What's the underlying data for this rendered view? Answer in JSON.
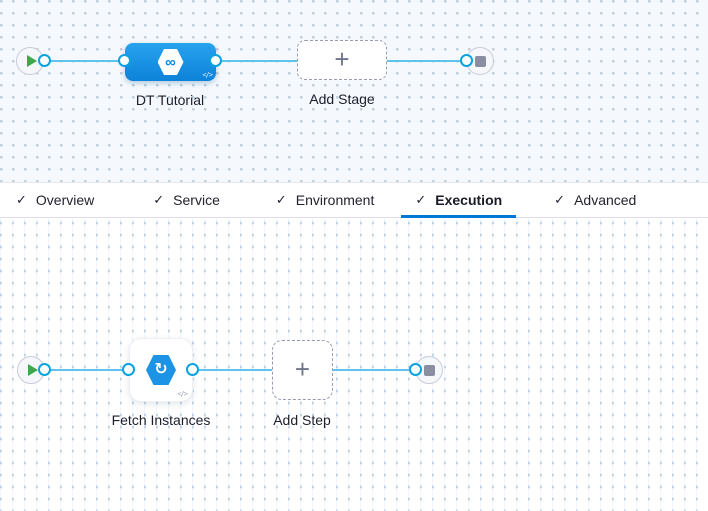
{
  "stage_canvas": {
    "stage_name": "DT Tutorial",
    "add_stage_label": "Add Stage"
  },
  "tab_bar": {
    "tabs": [
      {
        "label": "Overview",
        "active": false
      },
      {
        "label": "Service",
        "active": false
      },
      {
        "label": "Environment",
        "active": false
      },
      {
        "label": "Execution",
        "active": true
      },
      {
        "label": "Advanced",
        "active": false
      }
    ]
  },
  "execution_canvas": {
    "step_name": "Fetch Instances",
    "add_step_label": "Add Step"
  },
  "icons": {
    "check": "✓",
    "plus": "+",
    "deployment_infinity": "∞",
    "fetch_instances_arrow": "↻",
    "code_toggle": "</>"
  },
  "colors": {
    "accent_blue": "#0278d5",
    "connector_blue": "#5fc3ee",
    "stage_node_blue": "#0d82d9",
    "port_ring_blue": "#0aa3de",
    "play_green": "#3ea94b",
    "canvas_top_bg": "#f5f9fd",
    "canvas_bottom_bg": "#ffffff"
  }
}
